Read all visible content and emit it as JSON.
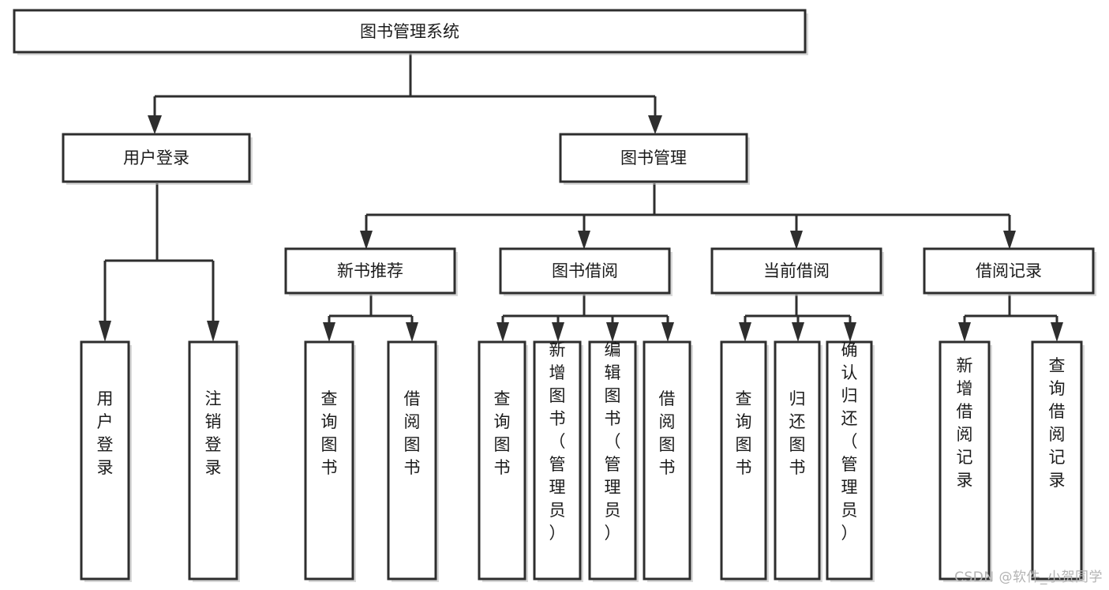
{
  "diagram": {
    "type": "tree-hierarchy",
    "title": "图书管理系统",
    "watermark": "CSDN @软件_小贺同学",
    "colors": {
      "box_stroke": "#2e2e2e",
      "box_fill": "#ffffff",
      "text": "#1b1b1b",
      "link": "#2e2e2e",
      "watermark": "#b3b3b3",
      "background": "#ffffff"
    },
    "levels": {
      "root": {
        "label": "图书管理系统"
      },
      "level2": [
        {
          "id": "user-login",
          "label": "用户登录"
        },
        {
          "id": "book-management",
          "label": "图书管理"
        }
      ],
      "level3": [
        {
          "id": "new-book-recommend",
          "label": "新书推荐",
          "parent": "book-management"
        },
        {
          "id": "book-borrow",
          "label": "图书借阅",
          "parent": "book-management"
        },
        {
          "id": "current-borrow",
          "label": "当前借阅",
          "parent": "book-management"
        },
        {
          "id": "borrow-record",
          "label": "借阅记录",
          "parent": "book-management"
        }
      ],
      "leaves": [
        {
          "id": "leaf-user-login",
          "label": "用户登录",
          "parent": "user-login"
        },
        {
          "id": "leaf-logout",
          "label": "注销登录",
          "parent": "user-login"
        },
        {
          "id": "leaf-query-book-1",
          "label": "查询图书",
          "parent": "new-book-recommend"
        },
        {
          "id": "leaf-borrow-book-1",
          "label": "借阅图书",
          "parent": "new-book-recommend"
        },
        {
          "id": "leaf-query-book-2",
          "label": "查询图书",
          "parent": "book-borrow"
        },
        {
          "id": "leaf-add-book",
          "label": "新增图书（管理员）",
          "parent": "book-borrow"
        },
        {
          "id": "leaf-edit-book",
          "label": "编辑图书（管理员）",
          "parent": "book-borrow"
        },
        {
          "id": "leaf-borrow-book-2",
          "label": "借阅图书",
          "parent": "book-borrow"
        },
        {
          "id": "leaf-query-book-3",
          "label": "查询图书",
          "parent": "current-borrow"
        },
        {
          "id": "leaf-return-book",
          "label": "归还图书",
          "parent": "current-borrow"
        },
        {
          "id": "leaf-confirm-return",
          "label": "确认归还（管理员）",
          "parent": "current-borrow"
        },
        {
          "id": "leaf-add-record",
          "label": "新增借阅记录",
          "parent": "borrow-record"
        },
        {
          "id": "leaf-query-record",
          "label": "查询借阅记录",
          "parent": "borrow-record"
        }
      ]
    }
  }
}
